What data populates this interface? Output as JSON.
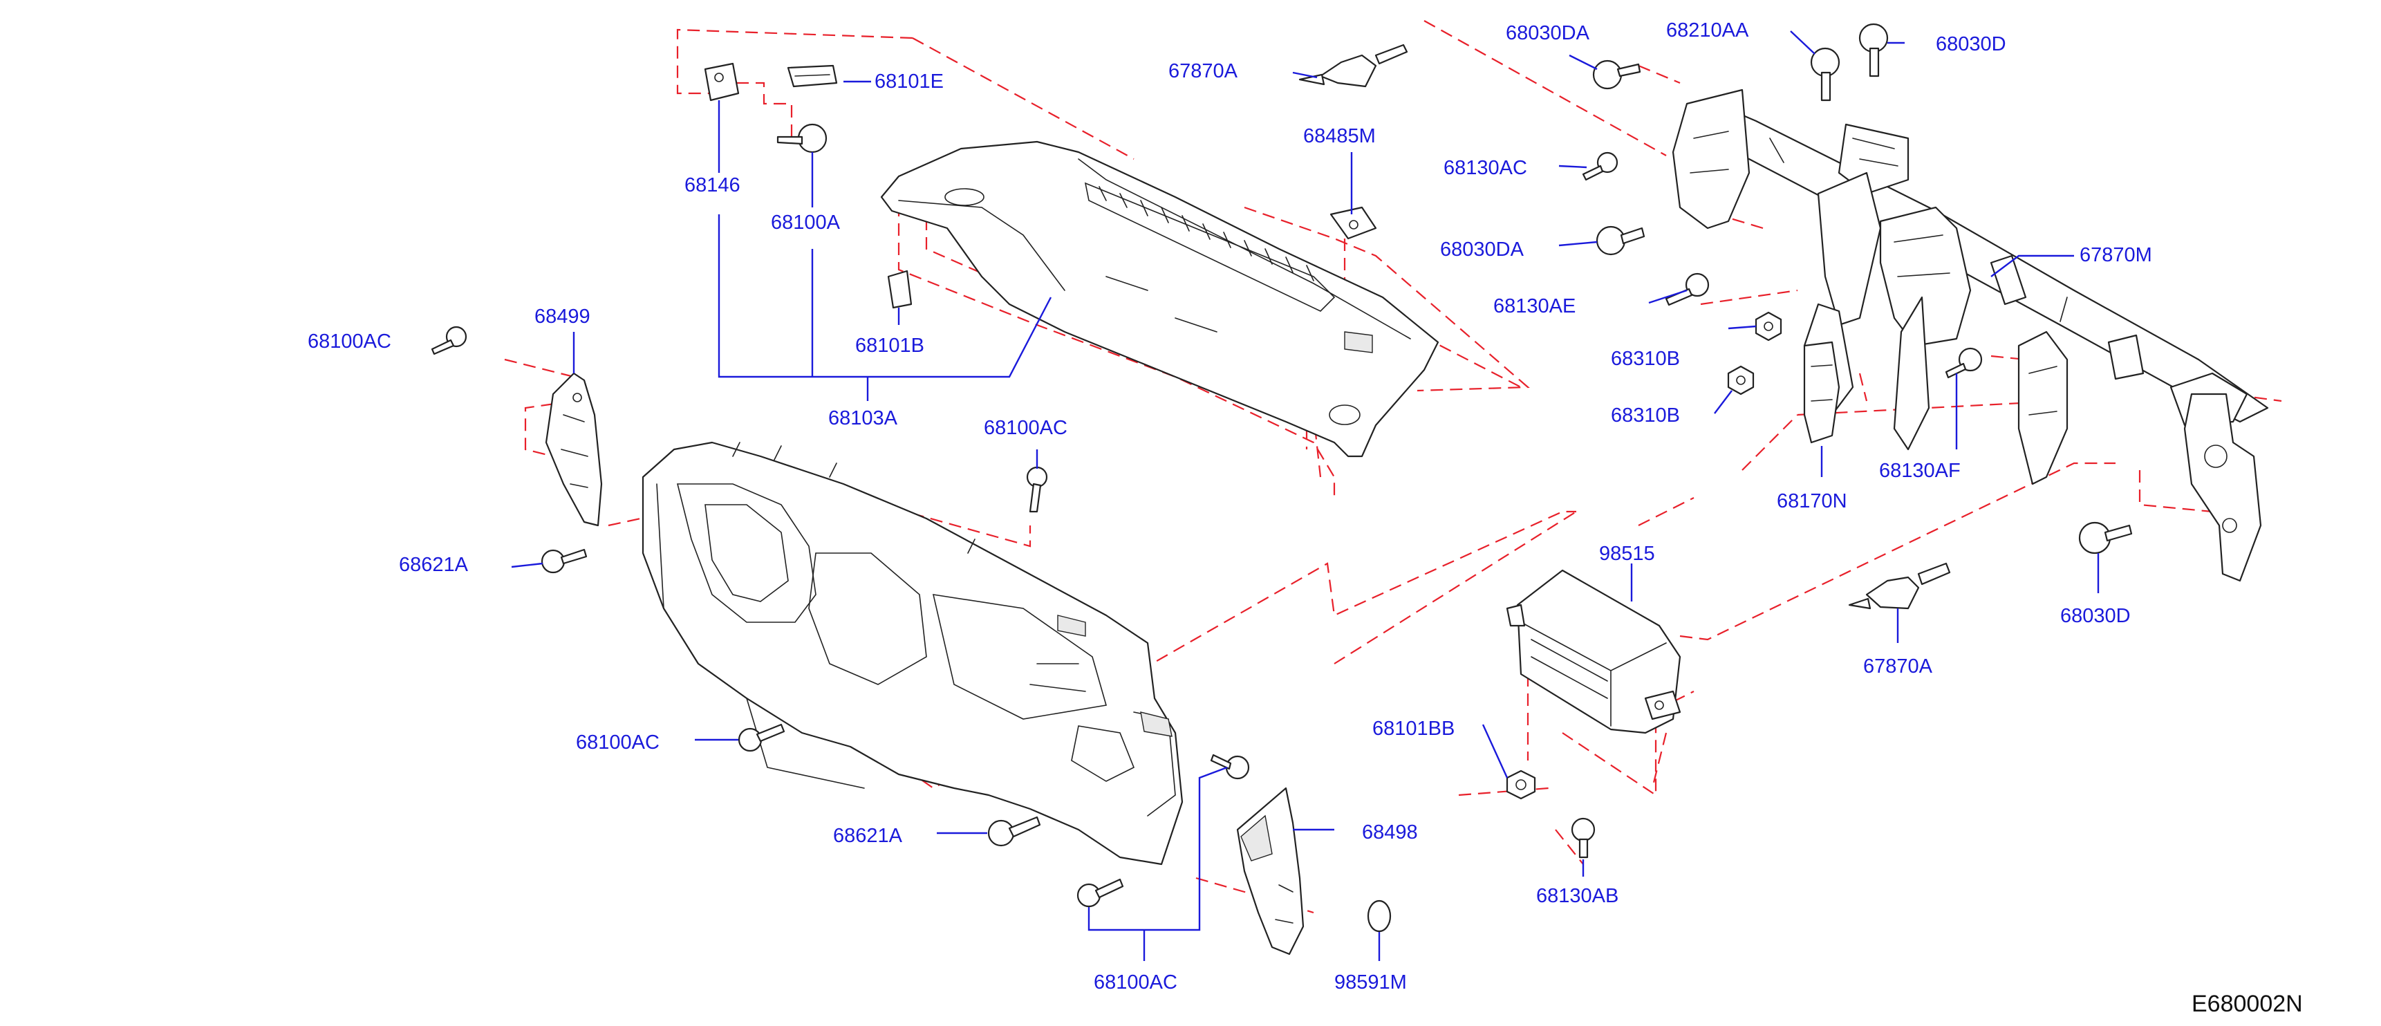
{
  "diagram": {
    "code": "E680002N",
    "labels": {
      "l_68101E": "68101E",
      "l_68146": "68146",
      "l_68100A": "68100A",
      "l_67870A_top": "67870A",
      "l_68485M": "68485M",
      "l_68101B": "68101B",
      "l_68103A": "68103A",
      "l_68100AC_left": "68100AC",
      "l_68499": "68499",
      "l_68100AC_mid": "68100AC",
      "l_68621A_left": "68621A",
      "l_68100AC_lower": "68100AC",
      "l_68621A_lower": "68621A",
      "l_68498": "68498",
      "l_68100AC_bottom": "68100AC",
      "l_98591M": "98591M",
      "l_68030DA_top": "68030DA",
      "l_68210AA": "68210AA",
      "l_68030D_top": "68030D",
      "l_68130AC": "68130AC",
      "l_68030DA_mid": "68030DA",
      "l_68130AE": "68130AE",
      "l_67870M": "67870M",
      "l_68310B_a": "68310B",
      "l_68310B_b": "68310B",
      "l_68170N": "68170N",
      "l_68130AF": "68130AF",
      "l_98515": "98515",
      "l_68030D_right": "68030D",
      "l_67870A_right": "67870A",
      "l_68101BB": "68101BB",
      "l_68130AB": "68130AB"
    }
  },
  "colors": {
    "label": "#1a1adb",
    "leader": "#1a1adb",
    "dashed_guide": "#e8202a",
    "part_outline": "#222222",
    "background": "#ffffff"
  }
}
